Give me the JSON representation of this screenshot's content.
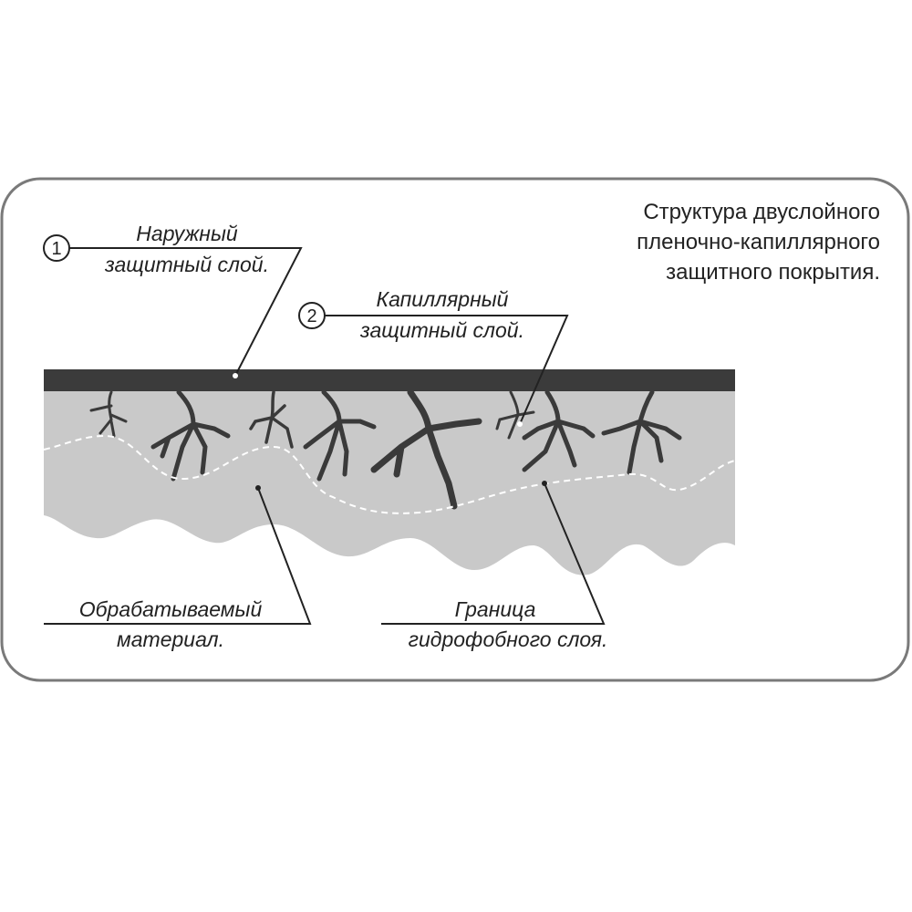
{
  "title": {
    "lines": [
      "Структура двуслойного",
      "пленочно-капиллярного",
      "защитного покрытия."
    ]
  },
  "callouts": [
    {
      "number": "1",
      "lines": [
        "Наружный",
        "защитный слой."
      ]
    },
    {
      "number": "2",
      "lines": [
        "Капиллярный",
        "защитный слой."
      ]
    },
    {
      "lines": [
        "Обрабатываемый",
        "материал."
      ]
    },
    {
      "lines": [
        "Граница",
        "гидрофобного слоя."
      ]
    }
  ],
  "colors": {
    "outer_layer": "#3b3b3b",
    "material": "#c9c9c9",
    "roots": "#3a3a3a",
    "frame": "#7a7a7a",
    "boundary": "#ffffff"
  }
}
